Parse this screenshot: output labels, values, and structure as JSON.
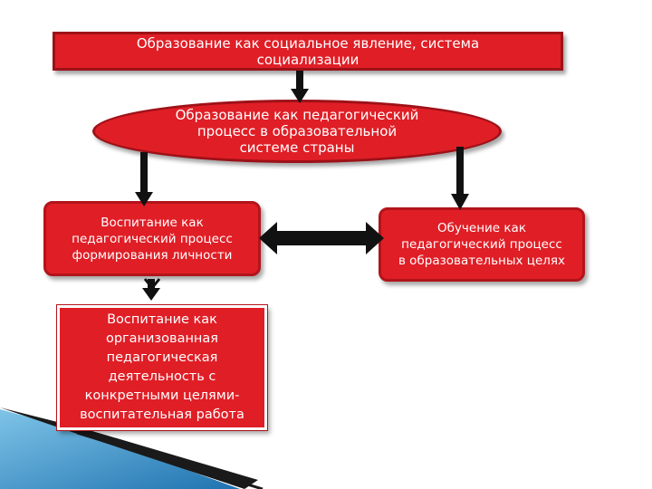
{
  "diagram": {
    "top_box": "Образование  как социальное явление, система\nсоциализации",
    "ellipse": "Образование как педагогический\nпроцесс в образовательной\nсистеме страны",
    "left_box": "Воспитание как\nпедагогический процесс\nформирования личности",
    "right_box": "Обучение как\nпедагогический процесс\nв образовательных целях",
    "bottom_box": "Воспитание как\nорганизованная\nпедагогическая\nдеятельность с\nконкретными целями-\nвоспитательная работа"
  },
  "colors": {
    "box_fill": "#e01e26",
    "box_border": "#9e1118",
    "arrow": "#111111",
    "corner_accent": "#3a9ad0"
  }
}
